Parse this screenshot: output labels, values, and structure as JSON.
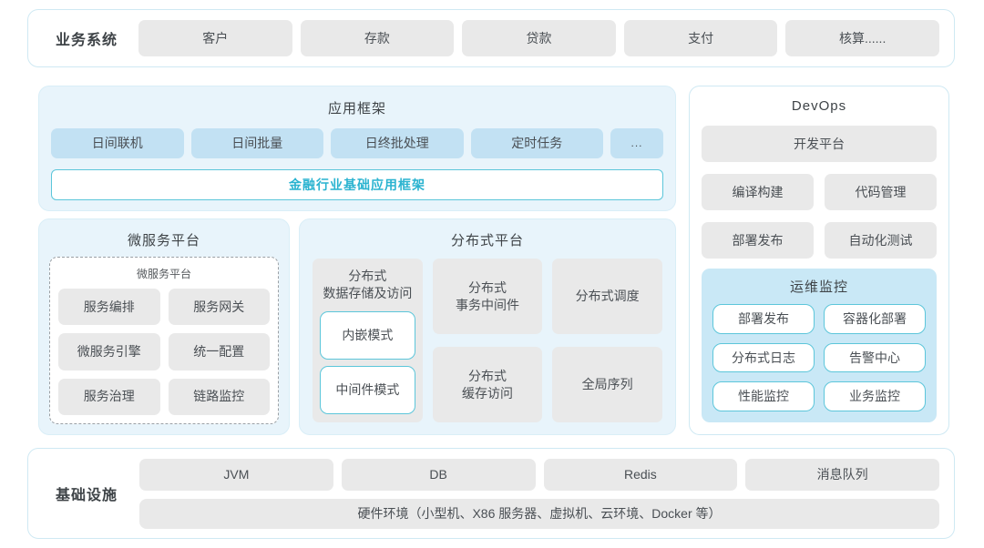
{
  "business": {
    "label": "业务系统",
    "items": [
      "客户",
      "存款",
      "贷款",
      "支付",
      "核算......"
    ]
  },
  "app_framework": {
    "title": "应用框架",
    "modules": [
      "日间联机",
      "日间批量",
      "日终批处理",
      "定时任务",
      "..."
    ],
    "base_framework": "金融行业基础应用框架"
  },
  "devops": {
    "title": "DevOps",
    "dev_platform": "开发平台",
    "tools": [
      "编译构建",
      "代码管理",
      "部署发布",
      "自动化测试"
    ],
    "monitoring": {
      "title": "运维监控",
      "items": [
        "部署发布",
        "容器化部署",
        "分布式日志",
        "告警中心",
        "性能监控",
        "业务监控"
      ]
    }
  },
  "microservice": {
    "title": "微服务平台",
    "inner_title": "微服务平台",
    "items": [
      "服务编排",
      "服务网关",
      "微服务引擎",
      "统一配置",
      "服务治理",
      "链路监控"
    ]
  },
  "distributed": {
    "title": "分布式平台",
    "storage": {
      "title_line1": "分布式",
      "title_line2": "数据存储及访问",
      "modes": [
        "内嵌模式",
        "中间件模式"
      ]
    },
    "transaction_line1": "分布式",
    "transaction_line2": "事务中间件",
    "scheduling": "分布式调度",
    "cache_line1": "分布式",
    "cache_line2": "缓存访问",
    "sequence": "全局序列"
  },
  "infrastructure": {
    "label": "基础设施",
    "items": [
      "JVM",
      "DB",
      "Redis",
      "消息队列"
    ],
    "hardware": "硬件环境（小型机、X86 服务器、虚拟机、云环境、Docker 等）"
  },
  "colors": {
    "accent_cyan_text": "#2ab3d0",
    "cyan_border": "#5cc6da",
    "panel_blue": "#e8f4fb",
    "button_blue": "#c2e1f3",
    "button_gray": "#e9e9e9",
    "monitor_blue": "#c9e8f6",
    "container_border": "#cfe9f3"
  }
}
